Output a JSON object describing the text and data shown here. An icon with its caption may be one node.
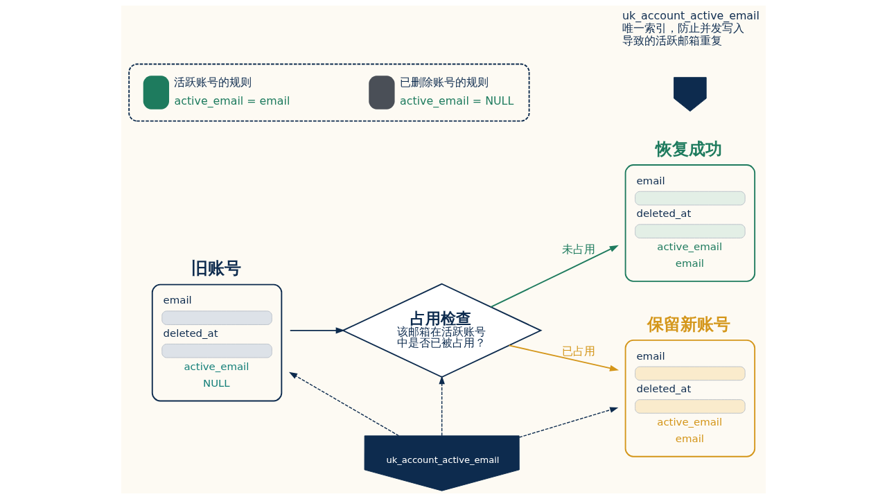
{
  "diagram": {
    "nodes": [
      {
        "text": [
          "旧账号",
          "email",
          "deleted_at",
          "active_email",
          "NULL"
        ]
      },
      {
        "text": [
          "占用检查",
          "该邮箱在活跃账号中是否已被占用？"
        ]
      },
      {
        "text": [
          "恢复成功",
          "email",
          "deleted_at",
          "active_email",
          "email"
        ]
      },
      {
        "text": [
          "保留新账号",
          "email",
          "deleted_at",
          "active_email",
          "email"
        ]
      },
      {
        "text": [
          "uk_account_active_email"
        ]
      },
      {
        "text": [],
        "shape": "box"
      },
      {
        "text": [
          "活跃账号的规则",
          "active_email = email"
        ],
        "in": 5
      },
      {
        "text": [
          "已删除账号的规则",
          "active_email = NULL"
        ],
        "in": 5
      },
      {
        "text": [],
        "shape": "shield",
        "beside": [
          "uk_account_active_email 唯一索引，防止并发写入导致的活跃邮箱重复"
        ]
      }
    ],
    "edges": [
      {
        "from": 0,
        "to": 1,
        "arrow": "to"
      },
      {
        "from": 1,
        "to": 2,
        "arrow": "to",
        "label": "未占用",
        "color": "#1e7b5e"
      },
      {
        "from": 1,
        "to": 3,
        "arrow": "to",
        "label": "已占用",
        "color": "#d4961a"
      },
      {
        "from": 4,
        "to": 1,
        "arrow": "to",
        "style": "dashed"
      },
      {
        "from": 4,
        "to": 0,
        "arrow": "to",
        "style": "dashed"
      },
      {
        "from": 4,
        "to": 3,
        "arrow": "to",
        "style": "dashed"
      }
    ]
  }
}
